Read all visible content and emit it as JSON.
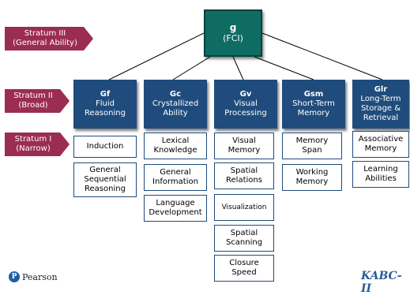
{
  "strata": {
    "iii": "Stratum III\n(General Ability)",
    "ii": "Stratum II\n(Broad)",
    "i": "Stratum I\n(Narrow)"
  },
  "g": {
    "letter": "g",
    "sub": "(FCI)"
  },
  "broad": [
    {
      "code": "Gf",
      "name": "Fluid\nReasoning"
    },
    {
      "code": "Gc",
      "name": "Crystallized\nAbility"
    },
    {
      "code": "Gv",
      "name": "Visual\nProcessing"
    },
    {
      "code": "Gsm",
      "name": "Short-Term\nMemory"
    },
    {
      "code": "Glr",
      "name": "Long-Term\nStorage &\nRetrieval"
    }
  ],
  "narrow": {
    "gf": [
      "Induction",
      "General\nSequential\nReasoning"
    ],
    "gc": [
      "Lexical\nKnowledge",
      "General\nInformation",
      "Language\nDevelopment"
    ],
    "gv": [
      "Visual\nMemory",
      "Spatial\nRelations",
      "Visualization",
      "Spatial\nScanning",
      "Closure\nSpeed"
    ],
    "gsm": [
      "Memory\nSpan",
      "Working\nMemory"
    ],
    "glr": [
      "Associative\nMemory",
      "Learning\nAbilities"
    ]
  },
  "footer": {
    "publisher_mark": "P",
    "publisher": "Pearson",
    "product": "KABC-II"
  },
  "colors": {
    "strata_fill": "#9b2c52",
    "g_fill": "#0f6c63",
    "broad_fill": "#1f4c7c",
    "line": "#000000"
  }
}
